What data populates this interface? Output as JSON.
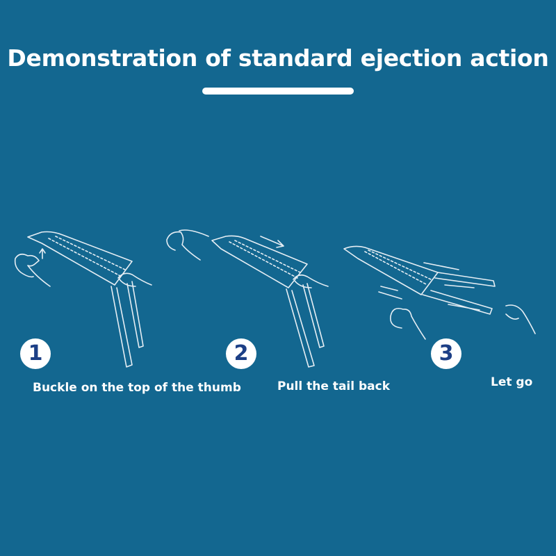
{
  "title": "Demonstration of standard ejection action",
  "colors": {
    "background": "#136790",
    "line": "#e6eef4",
    "badge_text": "#1c3f86"
  },
  "steps": [
    {
      "number": "1",
      "label": "Buckle on the top of the thumb"
    },
    {
      "number": "2",
      "label": "Pull the tail back"
    },
    {
      "number": "3",
      "label": "Let go"
    }
  ]
}
